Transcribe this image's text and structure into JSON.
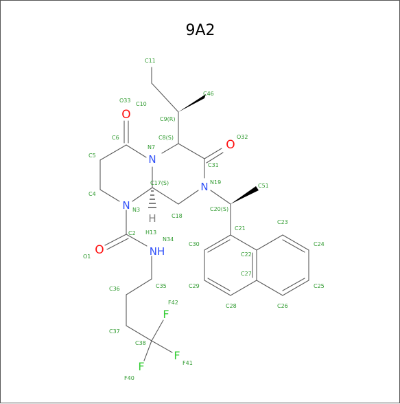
{
  "title": "9A2",
  "atoms": {
    "O6": "O",
    "O31": "O",
    "O2": "O",
    "N7": "N",
    "N3": "N",
    "N19": "N",
    "NH": "NH",
    "H17": "H",
    "F42": "F",
    "F41": "F",
    "F40": "F"
  },
  "labels": {
    "C11": "C11",
    "C46": "C46",
    "O33": "O33",
    "C10": "C10",
    "C9": "C9(R)",
    "C6": "C6",
    "C8": "C8(S)",
    "O32": "O32",
    "C5": "C5",
    "N7": "N7",
    "C31": "C31",
    "C17": "C17(S)",
    "N19": "N19",
    "C51": "C51",
    "C4": "C4",
    "N3": "N3",
    "C20": "C20(S)",
    "C18": "C18",
    "C21": "C21",
    "C23": "C23",
    "C2": "C2",
    "H13": "H13",
    "N34": "N34",
    "C30": "C30",
    "C24": "C24",
    "O1": "O1",
    "C22": "C22",
    "C27": "C27",
    "C36": "C36",
    "C35": "C35",
    "C29": "C29",
    "C25": "C25",
    "C28": "C28",
    "C26": "C26",
    "F42": "F42",
    "C37": "C37",
    "C38": "C38",
    "F41": "F41",
    "F40": "F40"
  }
}
